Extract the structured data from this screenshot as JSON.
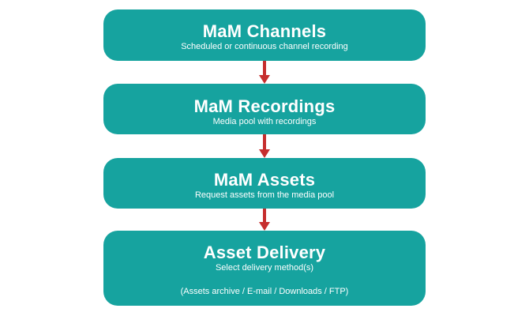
{
  "colors": {
    "box_fill": "#16a39f",
    "box_text": "#ffffff",
    "arrow": "#c62e2e",
    "background": "#ffffff"
  },
  "boxes": [
    {
      "title": "MaM Channels",
      "subtitle": "Scheduled or continuous channel recording"
    },
    {
      "title": "MaM Recordings",
      "subtitle": "Media pool with recordings"
    },
    {
      "title": "MaM Assets",
      "subtitle": "Request assets from the media pool"
    },
    {
      "title": "Asset Delivery",
      "subtitle": "Select delivery method(s)",
      "note": "(Assets archive / E-mail / Downloads / FTP)"
    }
  ],
  "connections": [
    {
      "from": 0,
      "to": 1
    },
    {
      "from": 1,
      "to": 2
    },
    {
      "from": 2,
      "to": 3
    }
  ]
}
